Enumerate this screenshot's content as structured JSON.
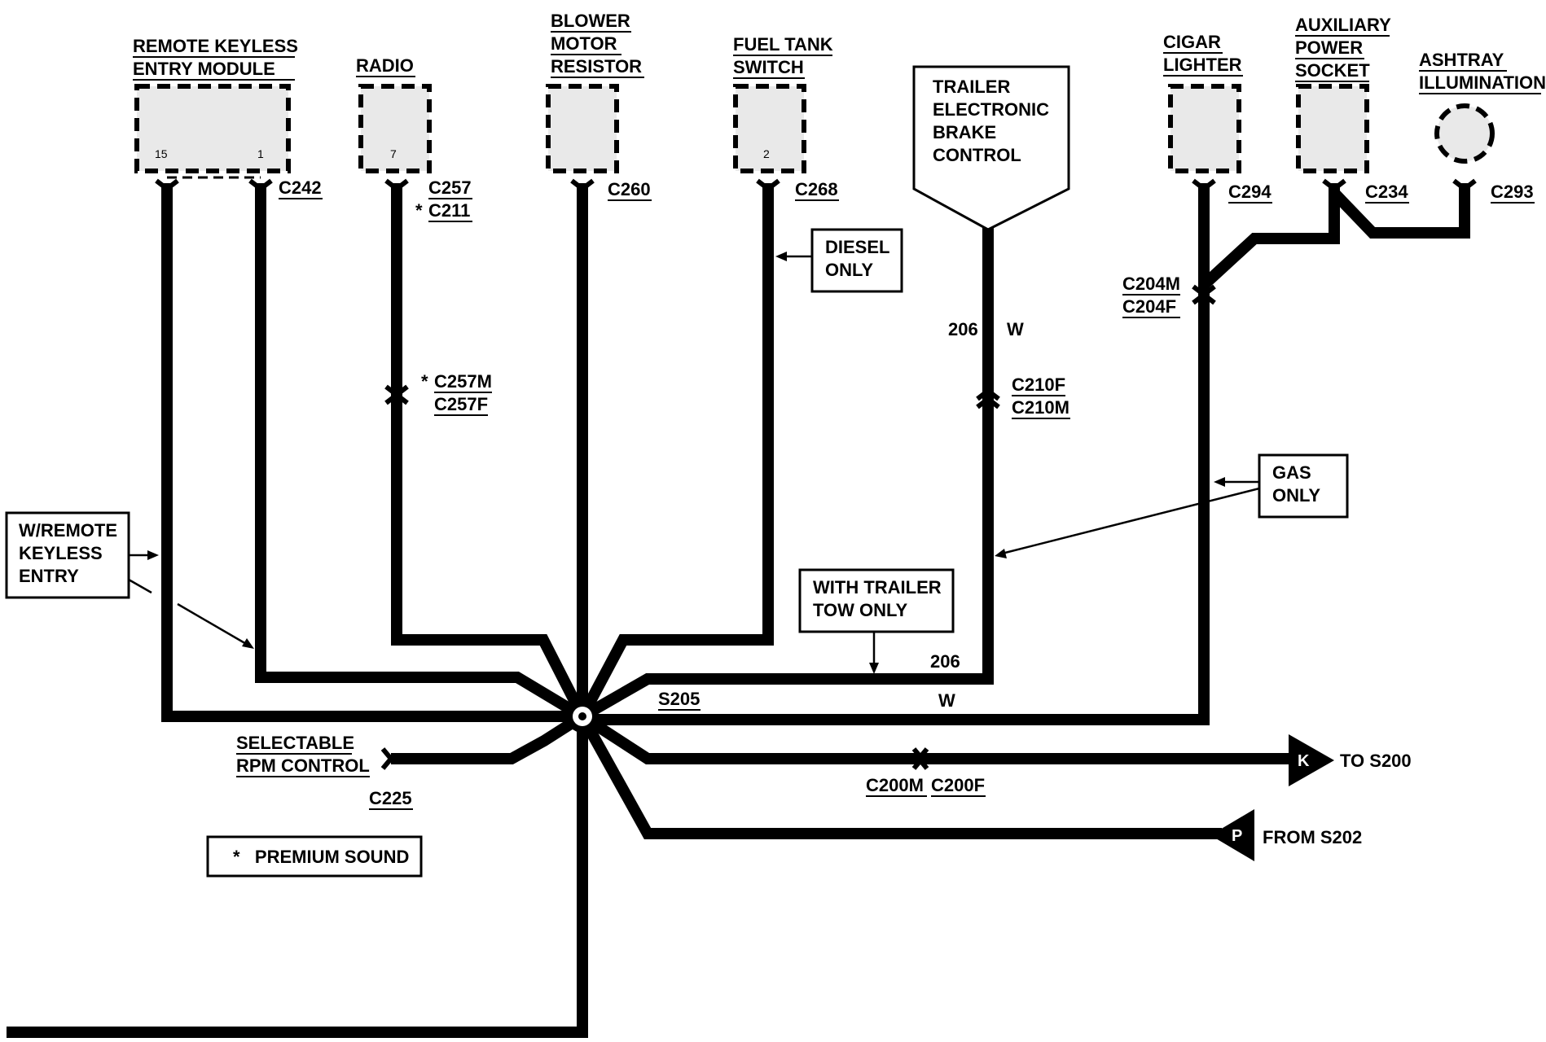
{
  "components": {
    "rke": {
      "line1": "REMOTE KEYLESS",
      "line2": "ENTRY MODULE",
      "pin_a": "15",
      "pin_b": "1"
    },
    "radio": {
      "line1": "RADIO",
      "pin": "7"
    },
    "blower": {
      "line1": "BLOWER",
      "line2": "MOTOR",
      "line3": "RESISTOR"
    },
    "fuel_switch": {
      "line1": "FUEL TANK",
      "line2": "SWITCH",
      "pin": "2"
    },
    "trailer_brake": {
      "line1": "TRAILER",
      "line2": "ELECTRONIC",
      "line3": "BRAKE",
      "line4": "CONTROL"
    },
    "cigar": {
      "line1": "CIGAR",
      "line2": "LIGHTER"
    },
    "aux_socket": {
      "line1": "AUXILIARY",
      "line2": "POWER",
      "line3": "SOCKET"
    },
    "ashtray": {
      "line1": "ASHTRAY",
      "line2": "ILLUMINATION"
    }
  },
  "connectors": {
    "c242": "C242",
    "c257": "C257",
    "c211": "C211",
    "c211_star": "*",
    "c260": "C260",
    "c268": "C268",
    "c294": "C294",
    "c234": "C234",
    "c293": "C293",
    "c204m": "C204M",
    "c204f": "C204F",
    "c257m": "C257M",
    "c257m_star": "*",
    "c257f": "C257F",
    "c210f": "C210F",
    "c210m": "C210M",
    "c225": "C225",
    "c200m": "C200M",
    "c200f": "C200F",
    "s205": "S205"
  },
  "notes": {
    "diesel": {
      "line1": "DIESEL",
      "line2": "ONLY"
    },
    "gas": {
      "line1": "GAS",
      "line2": "ONLY"
    },
    "rke_note": {
      "line1": "W/REMOTE",
      "line2": "KEYLESS",
      "line3": "ENTRY"
    },
    "trailer_tow": {
      "line1": "WITH TRAILER",
      "line2": "TOW ONLY"
    },
    "premium_sound": "*   PREMIUM SOUND"
  },
  "wires": {
    "circuit_206a": "206",
    "color_w_a": "W",
    "circuit_206b": "206",
    "color_w_b": "W"
  },
  "selectable_rpm": {
    "line1": "SELECTABLE",
    "line2": "RPM CONTROL"
  },
  "terminals": {
    "k": {
      "letter": "K",
      "label": "TO S200"
    },
    "p": {
      "letter": "P",
      "label": "FROM S202"
    }
  }
}
